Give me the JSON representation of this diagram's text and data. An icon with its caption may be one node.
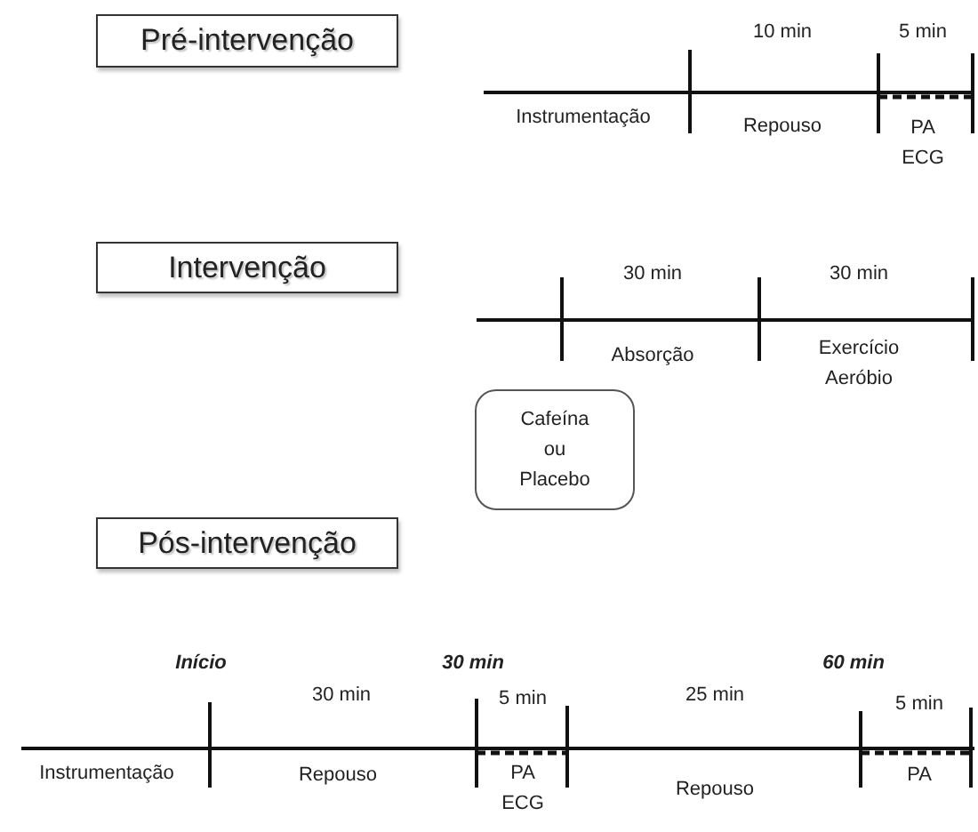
{
  "diagram": {
    "nodes": [
      {
        "text": [
          "Pré-intervenção"
        ]
      },
      {
        "text": [
          "Intervenção"
        ]
      },
      {
        "text": [
          "Cafeína ou Placebo"
        ]
      },
      {
        "text": [
          "Pós-intervenção"
        ]
      }
    ],
    "labels": [
      "10 min",
      "5 min",
      "Instrumentação",
      "Repouso",
      "PA ECG",
      "30 min",
      "30 min",
      "Absorção",
      "Exercício Aeróbio",
      "Início",
      "30 min",
      "60 min",
      "30 min",
      "5 min",
      "25 min",
      "5 min",
      "Instrumentação",
      "Repouso",
      "PA ECG",
      "Repouso",
      "PA"
    ]
  }
}
